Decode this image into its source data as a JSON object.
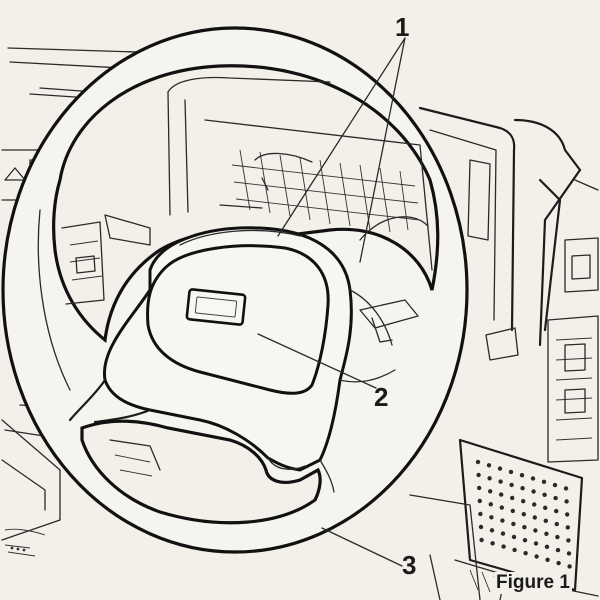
{
  "callouts": {
    "label_1": "1",
    "label_2": "2",
    "label_3": "3"
  },
  "caption": "Figure 1",
  "colors": {
    "background": "#f3f0ea",
    "line": "#1c1c1c"
  }
}
